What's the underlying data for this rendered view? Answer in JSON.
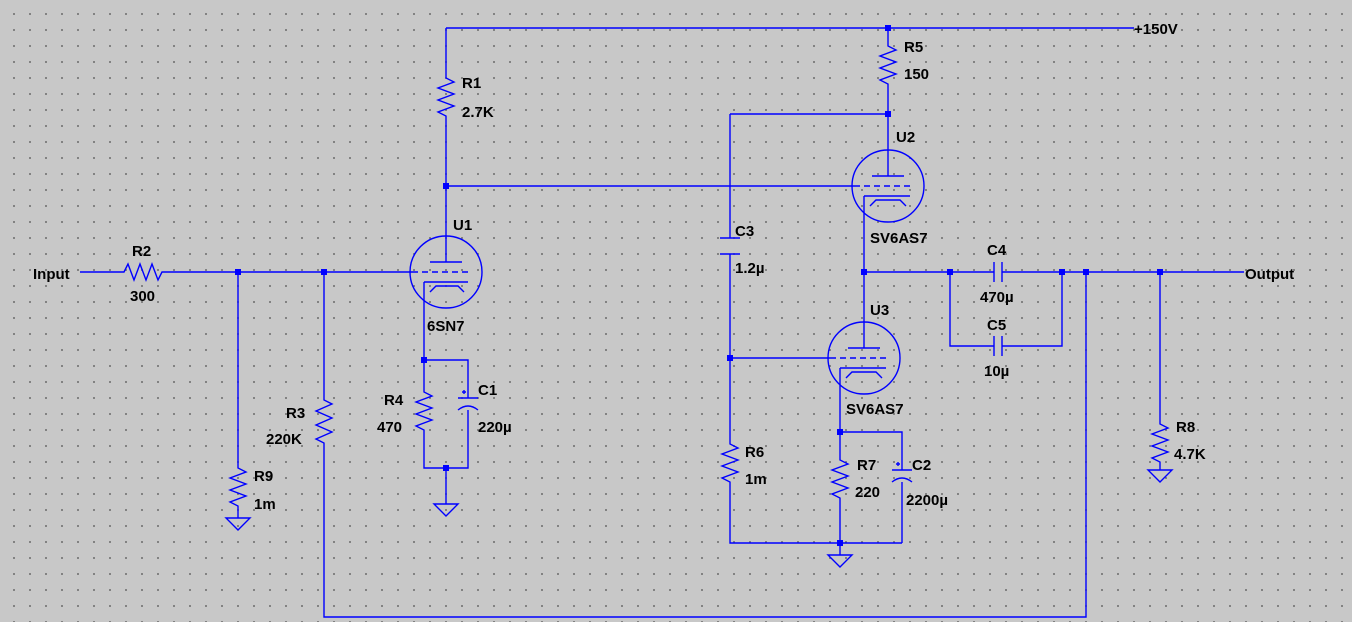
{
  "colors": {
    "wire": "#0000ff",
    "background": "#c8c8c8",
    "grid": "#707070",
    "text": "#000000"
  },
  "nets": {
    "supply": "+150V",
    "input": "Input",
    "output": "Output"
  },
  "components": {
    "R1": {
      "ref": "R1",
      "value": "2.7K"
    },
    "R2": {
      "ref": "R2",
      "value": "300"
    },
    "R3": {
      "ref": "R3",
      "value": "220K"
    },
    "R4": {
      "ref": "R4",
      "value": "470"
    },
    "R5": {
      "ref": "R5",
      "value": "150"
    },
    "R6": {
      "ref": "R6",
      "value": "1m"
    },
    "R7": {
      "ref": "R7",
      "value": "220"
    },
    "R8": {
      "ref": "R8",
      "value": "4.7K"
    },
    "R9": {
      "ref": "R9",
      "value": "1m"
    },
    "C1": {
      "ref": "C1",
      "value": "220µ"
    },
    "C2": {
      "ref": "C2",
      "value": "2200µ"
    },
    "C3": {
      "ref": "C3",
      "value": "1.2µ"
    },
    "C4": {
      "ref": "C4",
      "value": "470µ"
    },
    "C5": {
      "ref": "C5",
      "value": "10µ"
    },
    "U1": {
      "ref": "U1",
      "value": "6SN7"
    },
    "U2": {
      "ref": "U2",
      "value": "SV6AS7"
    },
    "U3": {
      "ref": "U3",
      "value": "SV6AS7"
    }
  }
}
